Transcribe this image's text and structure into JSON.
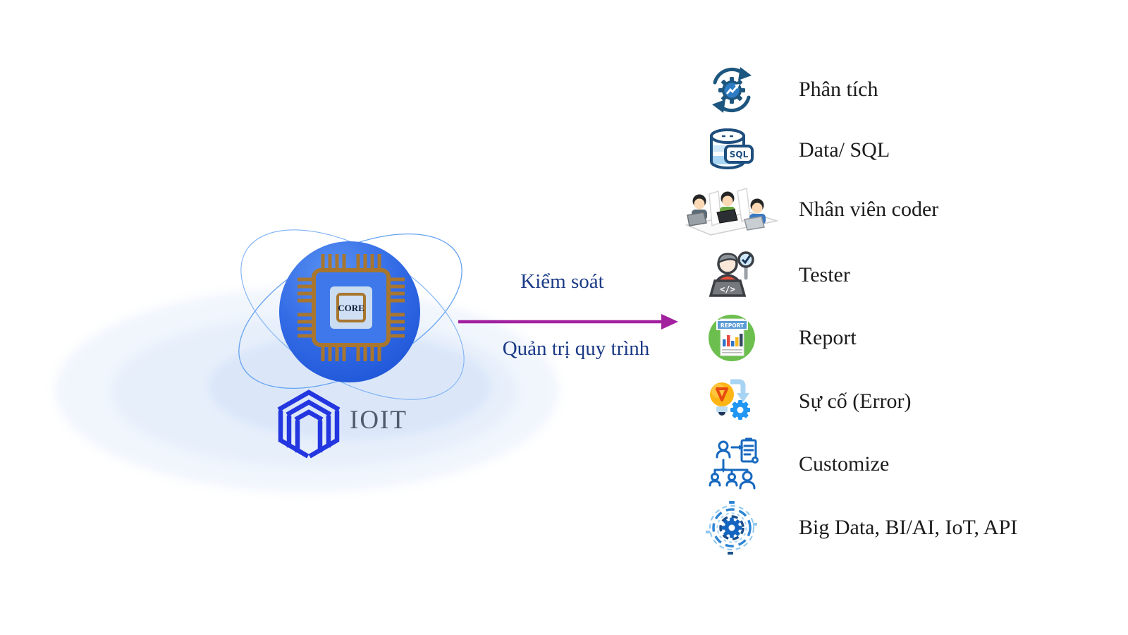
{
  "core": {
    "chip_label": "CORE",
    "brand": "IOIT"
  },
  "flow": {
    "top_label": "Kiểm soát",
    "bottom_label": "Quản trị quy trình"
  },
  "features": [
    {
      "label": "Phân tích",
      "icon": "analytics-cycle-icon"
    },
    {
      "label": "Data/ SQL",
      "icon": "database-sql-icon",
      "badge": "SQL"
    },
    {
      "label": "Nhân viên coder",
      "icon": "coder-team-icon"
    },
    {
      "label": "Tester",
      "icon": "tester-icon",
      "code_glyph": "</>"
    },
    {
      "label": "Report",
      "icon": "report-icon",
      "badge": "REPORT"
    },
    {
      "label": "Sự cố (Error)",
      "icon": "error-process-icon"
    },
    {
      "label": "Customize",
      "icon": "customize-icon"
    },
    {
      "label": "Big Data, BI/AI, IoT, API",
      "icon": "bigdata-icon"
    }
  ],
  "colors": {
    "arrow": "#a2219f",
    "flow_text": "#1b3a85",
    "label_text": "#1c1c1c",
    "core_circle_top": "#5b93f2",
    "core_circle_bottom": "#1e56d8",
    "chip_outline": "#a8762e",
    "logo_blue": "#2336e0",
    "brand_text": "#4f5b6e",
    "icon_navy": "#1d567f",
    "icon_blue": "#2e7cc4"
  }
}
